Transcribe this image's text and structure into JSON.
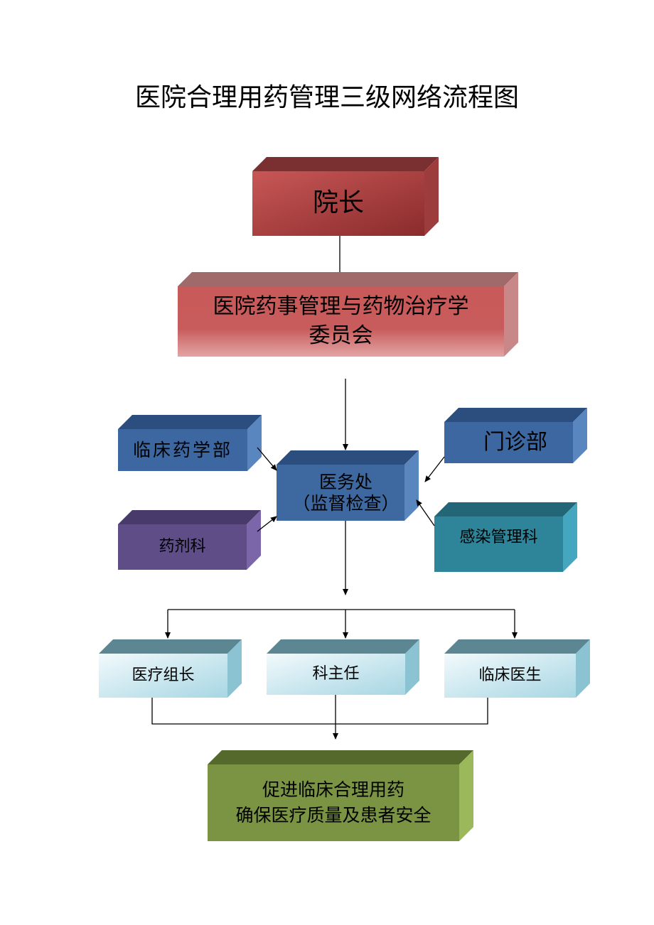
{
  "title": "医院合理用药管理三级网络流程图",
  "boxes": {
    "president": "院长",
    "committee_line1": "医院药事管理与药物治疗学",
    "committee_line2": "委员会",
    "clinical_pharmacy": "临床药学部",
    "outpatient": "门诊部",
    "medical_affairs_line1": "医务处",
    "medical_affairs_line2": "（监督检查）",
    "pharmacy_dept": "药剂科",
    "infection_control": "感染管理科",
    "team_leader": "医疗组长",
    "dept_director": "科主任",
    "clinician": "临床医生",
    "goal_line1": "促进临床合理用药",
    "goal_line2": "确保医疗质量及患者安全"
  },
  "colors": {
    "president": "#b84a4a",
    "committee": "#c85a5a",
    "blue": "#3f6aa0",
    "purple": "#5e4d86",
    "teal": "#2e8499",
    "light_blue": "#bfe3ec",
    "green": "#7a9444"
  }
}
